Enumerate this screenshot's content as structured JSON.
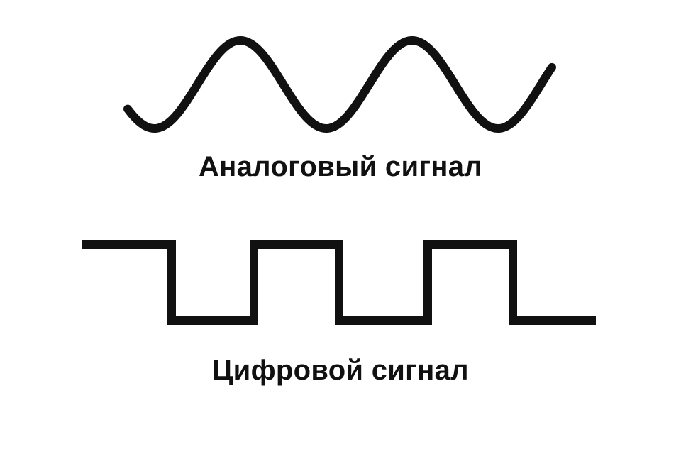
{
  "colors": {
    "background": "#ffffff",
    "stroke": "#111111"
  },
  "diagram": {
    "analog": {
      "label": "Аналоговый сигнал",
      "waveform": "sine"
    },
    "digital": {
      "label": "Цифровой сигнал",
      "waveform": "square"
    }
  }
}
